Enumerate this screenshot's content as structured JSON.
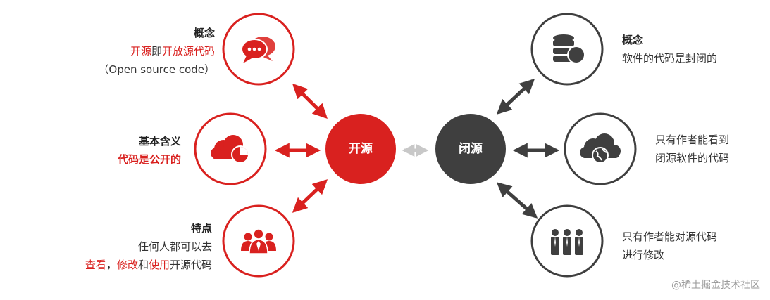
{
  "colors": {
    "red": "#d9211f",
    "dark": "#3f3f3f",
    "gray_arrow": "#c8c8c8",
    "text": "#333333"
  },
  "center": {
    "open_label": "开源",
    "closed_label": "闭源"
  },
  "open_source": {
    "concept": {
      "heading": "概念",
      "line1": [
        {
          "t": "开源",
          "c": "red"
        },
        {
          "t": "即",
          "c": "plain"
        },
        {
          "t": "开放源代码",
          "c": "red"
        }
      ],
      "line2": "（Open source code）",
      "icon": "chat-bubbles-icon"
    },
    "meaning": {
      "heading": "基本含义",
      "line1": "代码是公开的",
      "icon": "cloud-chart-icon"
    },
    "feature": {
      "heading": "特点",
      "line1": "任何人都可以去",
      "line2": [
        {
          "t": "查看",
          "c": "red"
        },
        {
          "t": "，",
          "c": "plain"
        },
        {
          "t": "修改",
          "c": "red"
        },
        {
          "t": "和",
          "c": "plain"
        },
        {
          "t": "使用",
          "c": "red"
        },
        {
          "t": "开源代码",
          "c": "plain"
        }
      ],
      "icon": "team-people-icon"
    }
  },
  "closed_source": {
    "concept": {
      "heading": "概念",
      "line1": "软件的代码是封闭的",
      "icon": "database-icon"
    },
    "view": {
      "line1": "只有作者能看到",
      "line2": "闭源软件的代码",
      "icon": "cloud-globe-icon"
    },
    "modify": {
      "line1": "只有作者能对源代码",
      "line2": "进行修改",
      "icon": "business-team-icon"
    }
  },
  "watermark": "@稀土掘金技术社区"
}
